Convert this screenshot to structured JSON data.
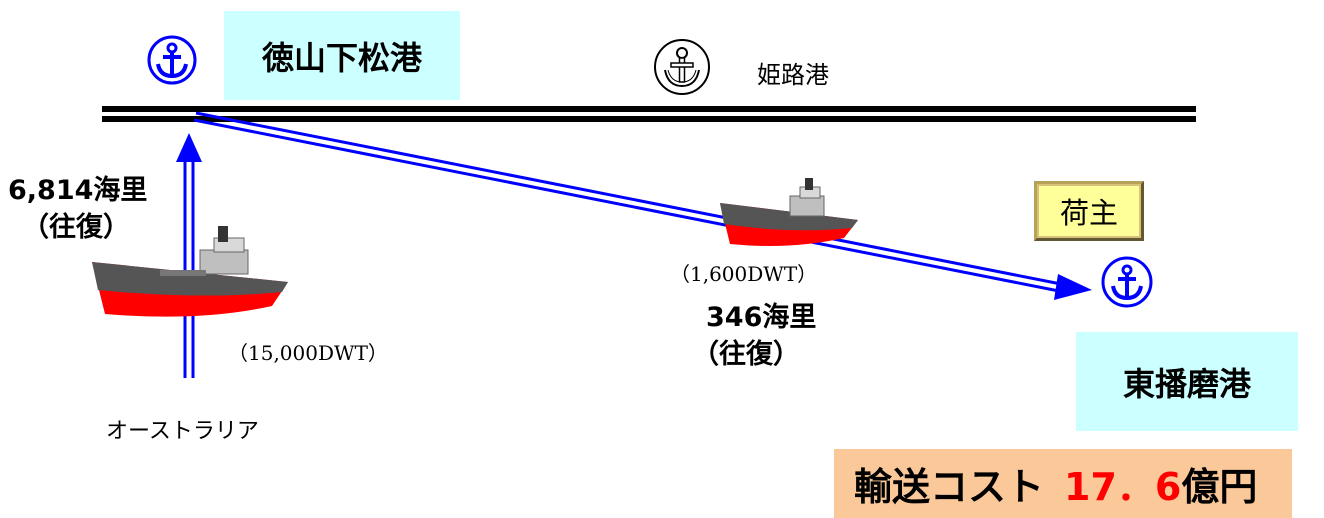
{
  "ports": {
    "tokuyama": "徳山下松港",
    "himeji": "姫路港",
    "higashiharima": "東播磨港"
  },
  "routes": {
    "australia_distance": "6,814海里",
    "australia_round_trip": "（往復）",
    "coastal_distance": "346海里",
    "coastal_round_trip": "（往復）"
  },
  "ships": {
    "large_capacity": "（15,000DWT）",
    "small_capacity": "（1,600DWT）"
  },
  "origin": "オーストラリア",
  "shipper": "荷主",
  "cost": {
    "label": "輸送コスト",
    "value": "17．6",
    "unit": "億円"
  },
  "colors": {
    "route_blue": "#0000ff",
    "port_box_bg": "#ccffff",
    "hull_red": "#ff0000",
    "hull_dark": "#555555",
    "cost_bg": "#fbc89a",
    "shipper_bg": "#ffff99"
  },
  "icons": {
    "anchor_blue": "anchor-icon",
    "anchor_plain": "anchor-icon"
  }
}
